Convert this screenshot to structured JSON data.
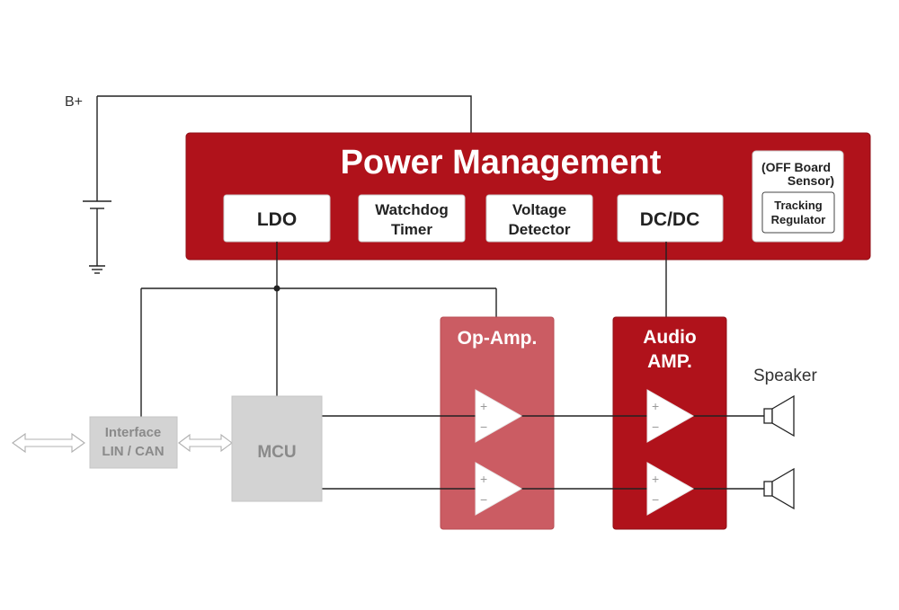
{
  "colors": {
    "power_red": "#b0121b",
    "opamp_pink": "#cb5c63",
    "gray_block": "#d3d3d3",
    "gray_text": "#8a8a8a",
    "wire": "#222222"
  },
  "labels": {
    "supply": "B+",
    "power_management": "Power Management",
    "ldo": "LDO",
    "watchdog_line1": "Watchdog",
    "watchdog_line2": "Timer",
    "voltage_line1": "Voltage",
    "voltage_line2": "Detector",
    "dcdc": "DC/DC",
    "off_board_line1": "(OFF Board",
    "off_board_line2": "Sensor)",
    "tracking_line1": "Tracking",
    "tracking_line2": "Regulator",
    "opamp": "Op-Amp.",
    "audio_amp_line1": "Audio",
    "audio_amp_line2": "AMP.",
    "speaker": "Speaker",
    "interface_line1": "Interface",
    "interface_line2": "LIN / CAN",
    "mcu": "MCU",
    "plus": "+",
    "minus": "−"
  },
  "icons": {
    "battery": "battery-icon",
    "ground": "ground-icon",
    "speaker": "speaker-icon",
    "bidirectional_arrow": "double-arrow-icon",
    "amplifier": "op-amp-triangle-icon"
  }
}
